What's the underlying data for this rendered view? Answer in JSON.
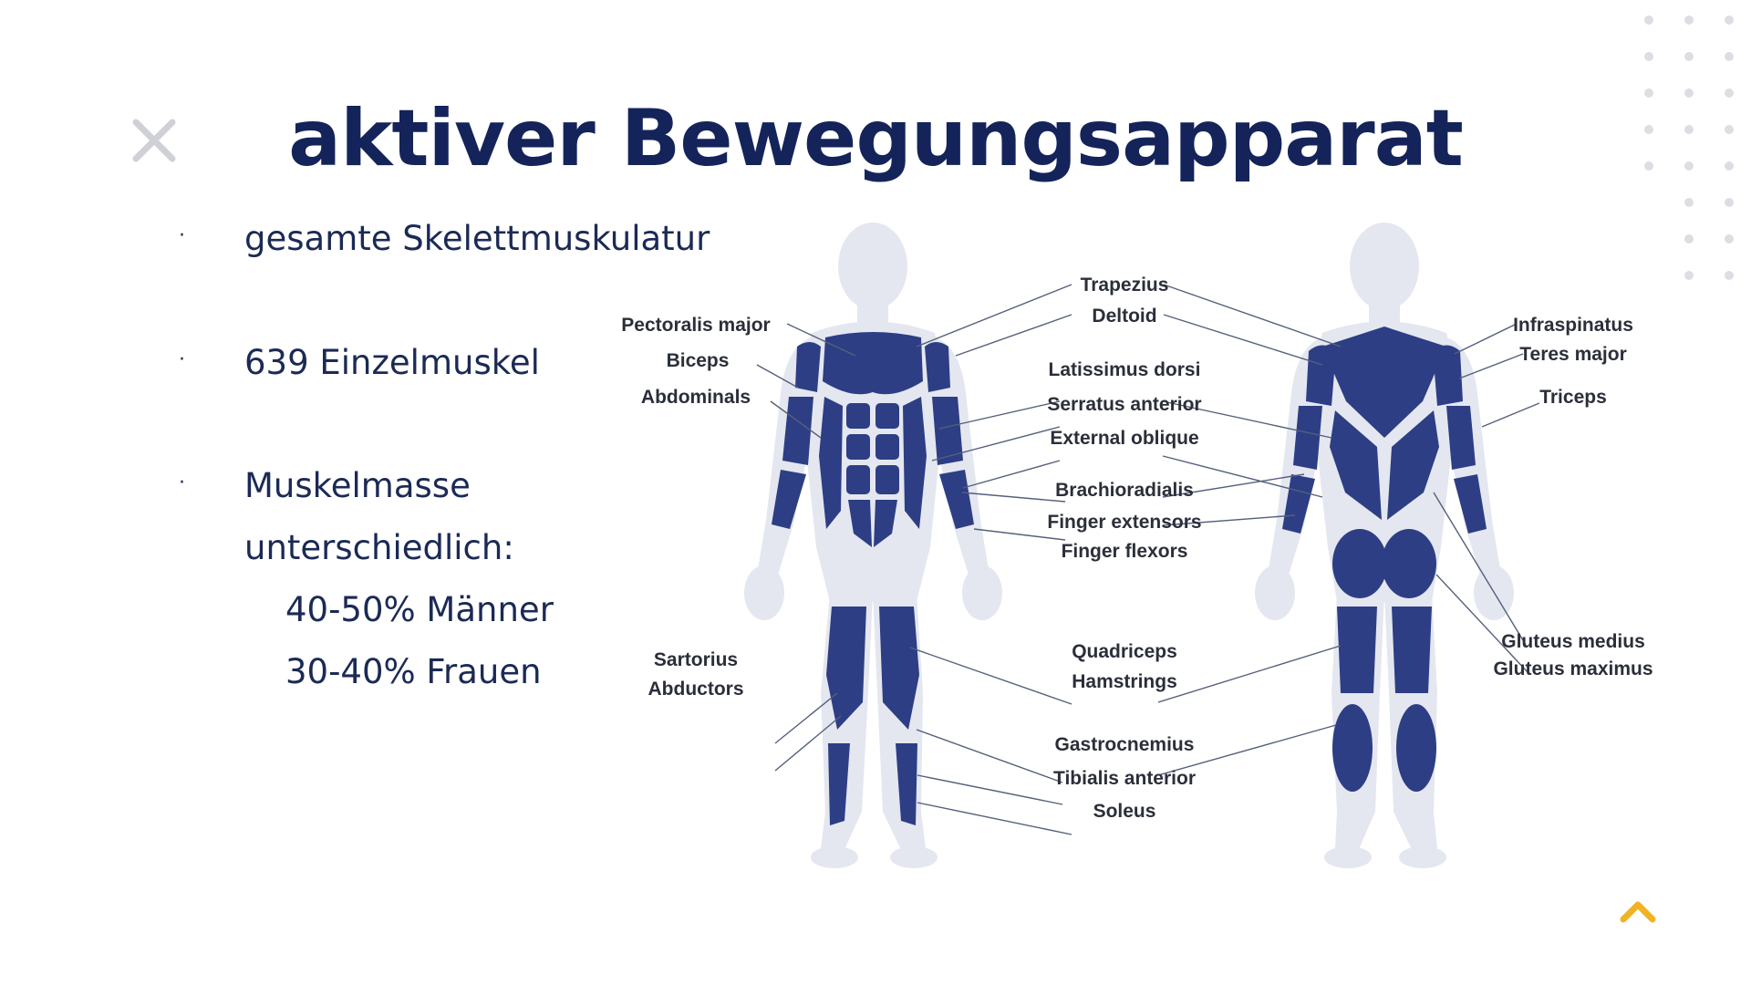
{
  "colors": {
    "title": "#14245a",
    "text": "#1b2a55",
    "muscle": "#2d3e85",
    "body": "#e4e7ef",
    "accent": "#f0b323",
    "close_icon": "#cfd1d6",
    "dots": "#dcdee3"
  },
  "icons": {
    "close": "close-x-icon",
    "scroll_top": "chevron-up-icon",
    "decoration": "dot-grid"
  },
  "title": "aktiver Bewegungsapparat",
  "bullets": [
    {
      "marker": "·",
      "text": "gesamte Skelettmuskulatur"
    },
    {
      "marker": "·",
      "text": "639 Einzelmuskel"
    },
    {
      "marker": "·",
      "text": "Muskelmasse"
    }
  ],
  "bullet_continuation": "unterschiedlich:",
  "sub_items": [
    "40-50% Männer",
    "30-40% Frauen"
  ],
  "muscles": {
    "front_left": [
      "Pectoralis major",
      "Biceps",
      "Abdominals",
      "Sartorius",
      "Abductors"
    ],
    "center": [
      "Trapezius",
      "Deltoid",
      "Latissimus dorsi",
      "Serratus anterior",
      "External oblique",
      "Brachioradialis",
      "Finger extensors",
      "Finger flexors",
      "Quadriceps",
      "Hamstrings",
      "Gastrocnemius",
      "Tibialis anterior",
      "Soleus"
    ],
    "back_right": [
      "Infraspinatus",
      "Teres major",
      "Triceps",
      "Gluteus medius",
      "Gluteus maximus"
    ]
  }
}
